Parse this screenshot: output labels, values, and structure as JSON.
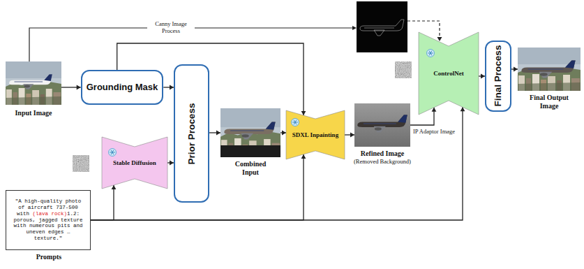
{
  "diagram": {
    "nodes": [
      {
        "text": [
          "Input Image"
        ]
      },
      {
        "text": [
          "Grounding Mask"
        ]
      },
      {
        "text": [
          "Stable Diffusion"
        ]
      },
      {
        "text": [
          "Prompts",
          "\"A high-quality photo of aircraft 737-500 with",
          "(lava rock)",
          "1.2: porous, jagged texture with numerous pits and uneven edges … texture.\""
        ]
      },
      {
        "text": [
          "Prior Process"
        ]
      },
      {
        "text": [
          "Combined Input"
        ]
      },
      {
        "text": [
          "SDXL Inpainting"
        ]
      },
      {
        "text": [
          "Refined Image",
          "(Removed Background)"
        ]
      },
      {
        "text": [
          "ControlNet"
        ]
      },
      {
        "text": [
          "Final Process"
        ]
      },
      {
        "text": [
          "Final Output Image"
        ]
      }
    ],
    "edges": [
      {
        "from": 0,
        "to": 1,
        "arrow": "to"
      },
      {
        "from": 1,
        "to": 4,
        "arrow": "to"
      },
      {
        "from": 2,
        "to": 4,
        "arrow": "to"
      },
      {
        "from": 3,
        "to": 2,
        "arrow": "to"
      },
      {
        "from": 4,
        "to": 5,
        "arrow": "to"
      },
      {
        "from": 5,
        "to": 6,
        "arrow": "to"
      },
      {
        "from": 1,
        "to": 6,
        "arrow": "to"
      },
      {
        "from": 3,
        "to": 6,
        "arrow": "to"
      },
      {
        "from": 6,
        "to": 7,
        "arrow": "to"
      },
      {
        "from": 7,
        "to": 8,
        "label": "IP Adaptor Image",
        "arrow": "to"
      },
      {
        "from": 3,
        "to": 8,
        "arrow": "to"
      },
      {
        "from": 8,
        "to": 9,
        "arrow": "to"
      },
      {
        "from": 9,
        "to": 10,
        "arrow": "to"
      }
    ],
    "labels": [
      "Canny Image Process"
    ]
  }
}
